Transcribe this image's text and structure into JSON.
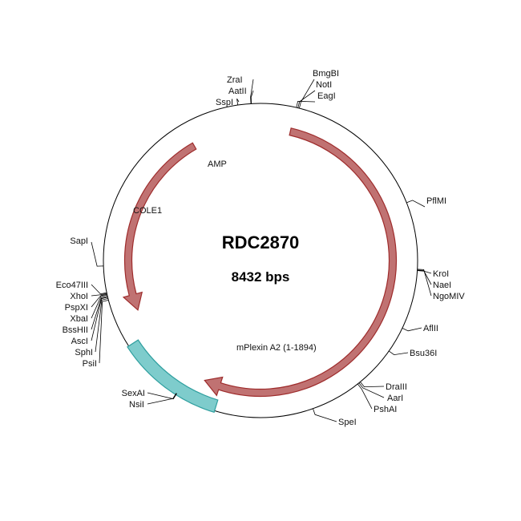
{
  "plasmid": {
    "name": "RDC2870",
    "size_label": "8432 bps",
    "total_bp": 8432
  },
  "colors": {
    "backbone": "#000000",
    "cds_fill": "#c07272",
    "cds_stroke": "#9e2c2c",
    "origin_fill": "#7ecccc",
    "origin_stroke": "#2f9f9f"
  },
  "features": [
    {
      "label": "AMP",
      "kind": "arrow",
      "start_deg": 330,
      "end_deg": 248
    },
    {
      "label": "COLE1",
      "kind": "box",
      "start_deg": 237,
      "end_deg": 197
    },
    {
      "label": "mPlexin A2 (1-1894)",
      "kind": "arrow",
      "start_deg": 13,
      "end_deg": 205
    }
  ],
  "sites": [
    {
      "label": "ZraI",
      "side": "left",
      "pos_deg": 356.5
    },
    {
      "label": "AatII",
      "side": "left",
      "pos_deg": 356.7
    },
    {
      "label": "SspI",
      "side": "left",
      "pos_deg": 351.7
    },
    {
      "label": "BmgBI",
      "side": "right",
      "pos_deg": 14.3
    },
    {
      "label": "NotI",
      "side": "right",
      "pos_deg": 13.8
    },
    {
      "label": "EagI",
      "side": "right",
      "pos_deg": 13.2
    },
    {
      "label": "PflMI",
      "side": "right",
      "pos_deg": 68.4
    },
    {
      "label": "KroI",
      "side": "right",
      "pos_deg": 93.7
    },
    {
      "label": "NaeI",
      "side": "right",
      "pos_deg": 93.5
    },
    {
      "label": "NgoMIV",
      "side": "right",
      "pos_deg": 93.2
    },
    {
      "label": "AflII",
      "side": "right",
      "pos_deg": 115.5
    },
    {
      "label": "Bsu36I",
      "side": "right",
      "pos_deg": 125.2
    },
    {
      "label": "DraIII",
      "side": "right",
      "pos_deg": 140.6
    },
    {
      "label": "AarI",
      "side": "right",
      "pos_deg": 141.2
    },
    {
      "label": "PshAI",
      "side": "right",
      "pos_deg": 141.8
    },
    {
      "label": "SpeI",
      "side": "right",
      "pos_deg": 160.5
    },
    {
      "label": "SexAI",
      "side": "left",
      "pos_deg": 212.2
    },
    {
      "label": "NsiI",
      "side": "left",
      "pos_deg": 212.4
    },
    {
      "label": "SapI",
      "side": "left",
      "pos_deg": 268.0
    },
    {
      "label": "Eco47III",
      "side": "left",
      "pos_deg": 258.2
    },
    {
      "label": "XhoI",
      "side": "left",
      "pos_deg": 257.9
    },
    {
      "label": "PspXI",
      "side": "left",
      "pos_deg": 257.6
    },
    {
      "label": "XbaI",
      "side": "left",
      "pos_deg": 257.3
    },
    {
      "label": "BssHII",
      "side": "left",
      "pos_deg": 256.8
    },
    {
      "label": "AscI",
      "side": "left",
      "pos_deg": 256.5
    },
    {
      "label": "SphI",
      "side": "left",
      "pos_deg": 256.0
    },
    {
      "label": "PsiI",
      "side": "left",
      "pos_deg": 255.4
    }
  ]
}
